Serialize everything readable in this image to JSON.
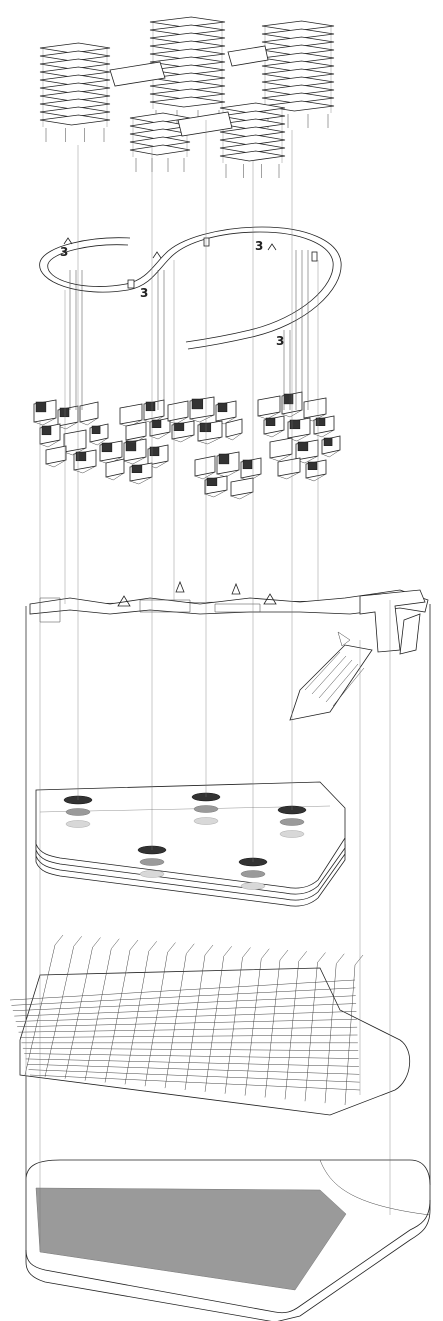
{
  "diagram": {
    "labels": {
      "loop_mark_1": "3",
      "loop_mark_2": "3",
      "loop_mark_3": "3",
      "loop_mark_4": "3"
    },
    "layers": [
      "residential-towers",
      "circulation-loop",
      "housing-units",
      "walkway-level",
      "floor-plates",
      "structural-grid",
      "base-site"
    ],
    "colors": {
      "line": "#222222",
      "dark_fill": "#333333",
      "mid_fill": "#9a9a9a",
      "light_fill": "#d8d8d8",
      "background": "#ffffff"
    }
  }
}
